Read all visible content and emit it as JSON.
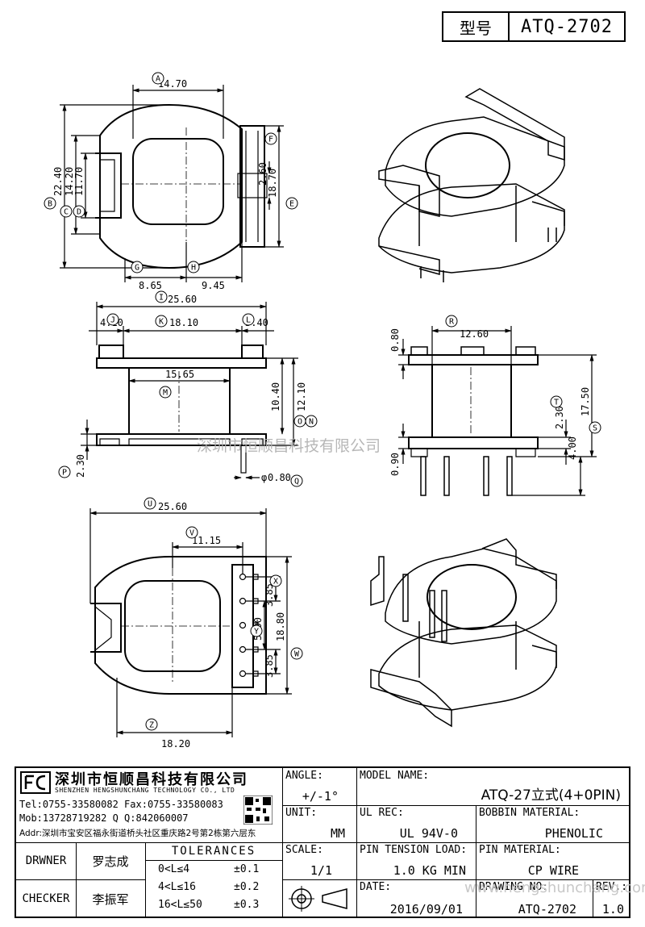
{
  "header": {
    "model_label": "型号",
    "model_value": "ATQ-2702"
  },
  "top_view": {
    "dims": {
      "A": "14.70",
      "B": "22.40",
      "C": "14.20",
      "D": "11.70",
      "E": "18.70",
      "F": "2.60",
      "G": "8.65",
      "H": "9.45"
    }
  },
  "front_view": {
    "dims": {
      "I": "25.60",
      "J": "4.10",
      "K": "18.10",
      "L": "3.40",
      "M": "15.65",
      "N": "12.10",
      "O": "10.40",
      "P": "2.30",
      "Q": "0.80"
    },
    "pin_diameter_prefix": "φ"
  },
  "side_view": {
    "dims": {
      "R": "12.60",
      "S": "17.50",
      "T": "2.30",
      "top_thk": "0.80",
      "bot_thk": "0.90",
      "pin_len": "4.00"
    }
  },
  "bottom_view": {
    "dims": {
      "U": "25.60",
      "V": "11.15",
      "W": "18.80",
      "X": "3.85",
      "Y": "5.00",
      "X2": "3.85",
      "Z": "18.20"
    }
  },
  "dim_letters": [
    "A",
    "B",
    "C",
    "D",
    "E",
    "F",
    "G",
    "H",
    "I",
    "J",
    "K",
    "L",
    "M",
    "N",
    "O",
    "P",
    "Q",
    "R",
    "S",
    "T",
    "U",
    "V",
    "W",
    "X",
    "Y",
    "Z"
  ],
  "watermark": {
    "text": "深圳市恒顺昌科技有限公司",
    "url": "www.hengshunchang.com"
  },
  "company": {
    "name_cn": "深圳市恒顺昌科技有限公司",
    "name_en": "SHENZHEN HENGSHUNCHANG TECHNOLOGY CO., LTD",
    "tel": "Tel:0755-33580082 Fax:0755-33580083",
    "mob": "Mob:13728719282    Q Q:842060007",
    "addr": "Addr:深圳市宝安区福永街道桥头社区重庆路2号第2栋第六层东"
  },
  "title_block": {
    "angle_label": "ANGLE:",
    "angle_value": "+/-1°",
    "model_name_label": "MODEL NAME:",
    "model_name_value": "ATQ-27立式(4+0PIN)",
    "unit_label": "UNIT:",
    "unit_value": "MM",
    "ul_label": "UL REC:",
    "ul_value": "UL 94V-0",
    "bobbin_label": "BOBBIN MATERIAL:",
    "bobbin_value": "PHENOLIC",
    "drwner_label": "DRWNER",
    "drwner_value": "罗志成",
    "tolerances_label": "TOLERANCES",
    "tol_rows": [
      {
        "range": "0<L≤4",
        "tol": "±0.1"
      },
      {
        "range": "4<L≤16",
        "tol": "±0.2"
      },
      {
        "range": "16<L≤50",
        "tol": "±0.3"
      }
    ],
    "scale_label": "SCALE:",
    "scale_value": "1/1",
    "pin_tension_label": "PIN TENSION LOAD:",
    "pin_tension_value": "1.0 KG MIN",
    "pin_material_label": "PIN MATERIAL:",
    "pin_material_value": "CP WIRE",
    "checker_label": "CHECKER",
    "checker_value": "李振军",
    "date_label": "DATE:",
    "date_value": "2016/09/01",
    "drawing_no_label": "DRAWING NO:",
    "drawing_no_value": "ATQ-2702",
    "rev_label": "REV.:",
    "rev_value": "1.0"
  }
}
